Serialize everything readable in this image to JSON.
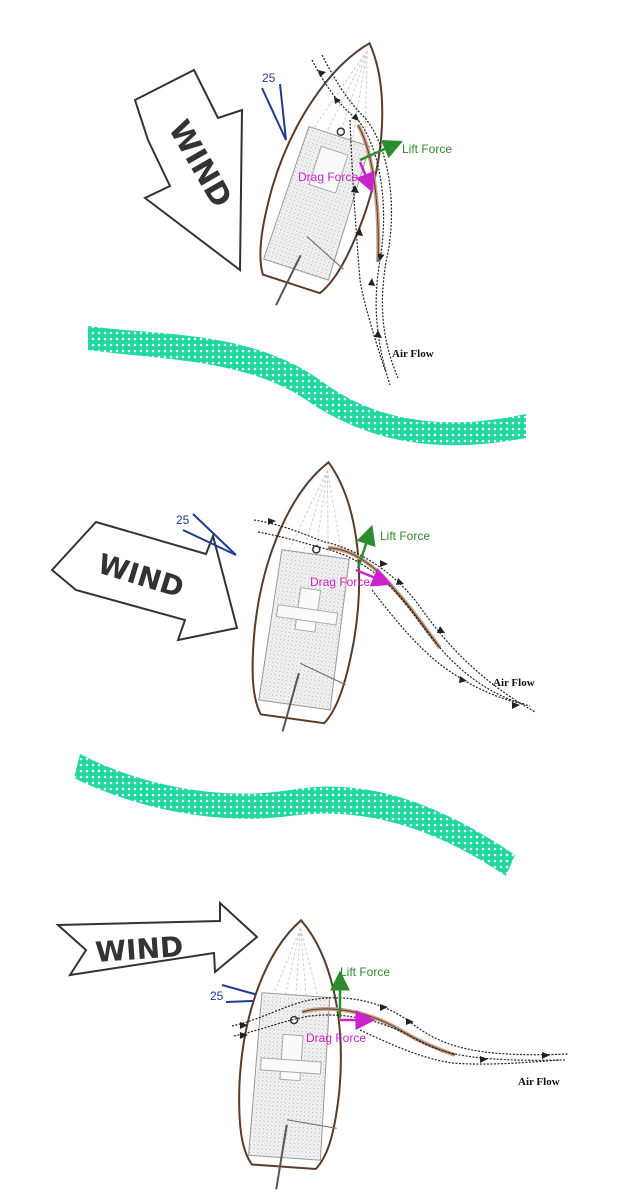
{
  "colors": {
    "lift": "#2e8b2e",
    "drag": "#cc22cc",
    "angle": "#1f3a93",
    "wave": "#22d6a0",
    "hull": "#5a3b2a",
    "sail": "#c9a48a",
    "flow": "#222222"
  },
  "panels": [
    {
      "wind_label": "WIND",
      "angle_label": "25",
      "lift_label": "Lift Force",
      "drag_label": "Drag Force",
      "flow_label": "Air Flow"
    },
    {
      "wind_label": "WIND",
      "angle_label": "25",
      "lift_label": "Lift Force",
      "drag_label": "Drag Force",
      "flow_label": "Air Flow"
    },
    {
      "wind_label": "WIND",
      "angle_label": "25",
      "lift_label": "Lift Force",
      "drag_label": "Drag Force",
      "flow_label": "Air Flow"
    }
  ]
}
